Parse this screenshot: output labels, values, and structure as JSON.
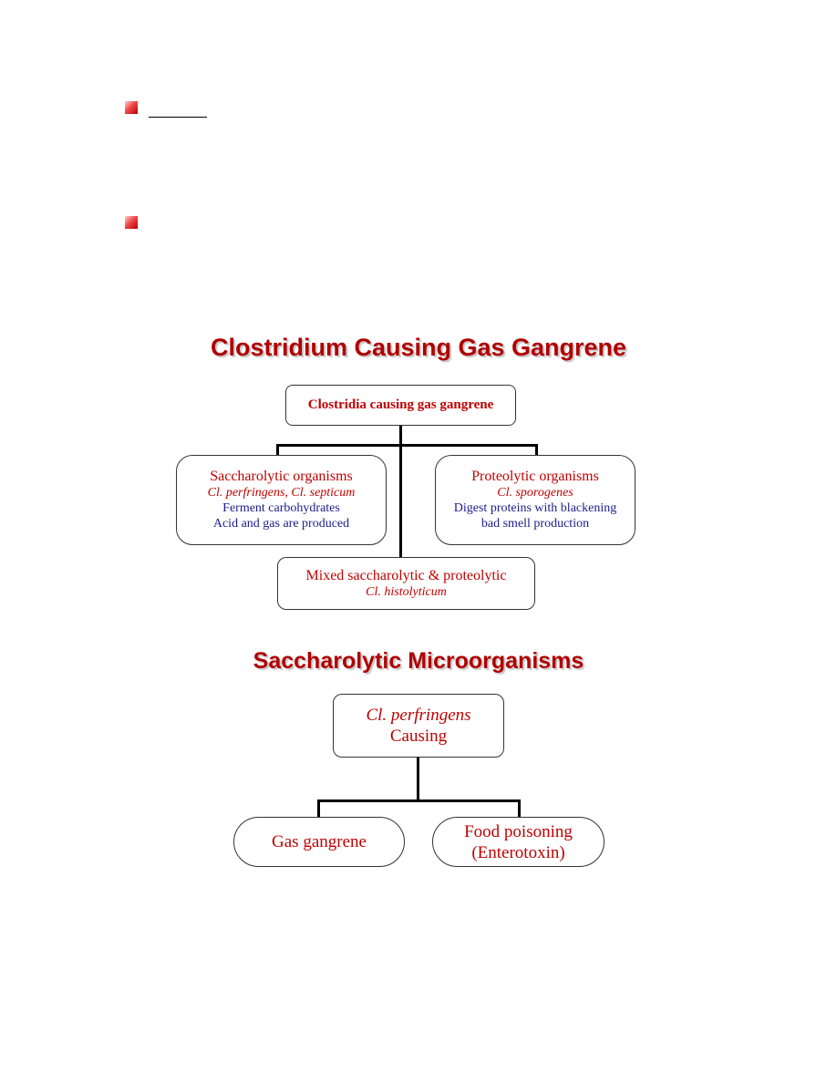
{
  "diagram1": {
    "title": "Clostridium Causing Gas Gangrene",
    "root": "Clostridia causing gas gangrene",
    "saccharolytic": {
      "heading": "Saccharolytic organisms",
      "species": "Cl. perfringens, Cl. septicum",
      "line1": "Ferment carbohydrates",
      "line2": "Acid and gas are produced"
    },
    "proteolytic": {
      "heading": "Proteolytic organisms",
      "species": "Cl. sporogenes",
      "line1": "Digest proteins with blackening",
      "line2": "bad smell production"
    },
    "mixed": {
      "heading": "Mixed saccharolytic & proteolytic",
      "species": "Cl. histolyticum"
    }
  },
  "diagram2": {
    "title": "Saccharolytic Microorganisms",
    "root_species": "Cl. perfringens",
    "root_label": "Causing",
    "left": "Gas gangrene",
    "right_line1": "Food poisoning",
    "right_line2": "(Enterotoxin)"
  },
  "colors": {
    "title_red": "#b00000",
    "text_red": "#c00000",
    "text_blue": "#1c1c8c"
  }
}
